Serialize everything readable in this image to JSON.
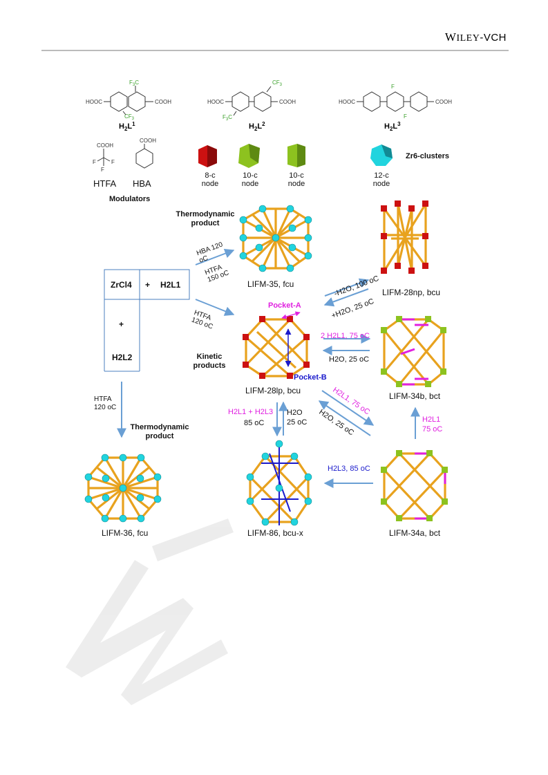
{
  "header": {
    "publisher": "WILEY",
    "publisher_suffix": "-VCH"
  },
  "ligands": {
    "l1": "H2L1",
    "l2": "H2L2",
    "l3": "H2L3"
  },
  "legend": {
    "modulators_label": "Modulators",
    "htfa": "HTFA",
    "hba": "HBA",
    "node8": "8-c node",
    "node10a": "10-c node",
    "node10b": "10-c node",
    "node12": "12-c node",
    "clusters": "Zr6-clusters"
  },
  "scheme": {
    "thermo_top": "Thermodynamic product",
    "kinetic": "Kinetic products",
    "thermo_bottom": "Thermodynamic product",
    "reactant_zr": "ZrCl4",
    "reactant_plus1": "+",
    "reactant_l1": "H2L1",
    "reactant_plus2": "+",
    "reactant_l2": "H2L2",
    "cond_hba": "HBA 120 oC",
    "cond_htfa_top": "HTFA 150 oC",
    "cond_htfa_mid": "HTFA 120 oC",
    "cond_htfa_left": "HTFA 120 oC",
    "cond_dehyd": "-H2O, 100 oC",
    "cond_rehyd": "+H2O, 25 oC",
    "cond_2l1": "2 H2L1, 75 oC",
    "cond_h2o_25a": "H2O, 25 oC",
    "cond_l1_75_diag": "H2L1, 75 oC",
    "cond_h2o_25_diag": "H2O, 25 oC",
    "cond_l1_l3": "H2L1 + H2L3",
    "cond_85": "85 oC",
    "cond_h2o_v": "H2O 25 oC",
    "cond_l1_up": "H2L1 75 oC",
    "cond_l3_85": "H2L3, 85 oC",
    "pocket_a": "Pocket-A",
    "pocket_b": "Pocket-B",
    "lifm35": "LIFM-35, fcu",
    "lifm28np": "LIFM-28np, bcu",
    "lifm28lp": "LIFM-28lp, bcu",
    "lifm34b": "LIFM-34b, bct",
    "lifm36": "LIFM-36, fcu",
    "lifm86": "LIFM-86, bcu-x",
    "lifm34a": "LIFM-34a, bct"
  },
  "colors": {
    "rod": "#e8a21e",
    "node8": "#cc1111",
    "node10": "#8dc21f",
    "node12": "#21d4de",
    "arrow": "#6a9fd4",
    "magenta": "#e020e0",
    "blue": "#1a1acc",
    "green": "#3aa02a"
  }
}
